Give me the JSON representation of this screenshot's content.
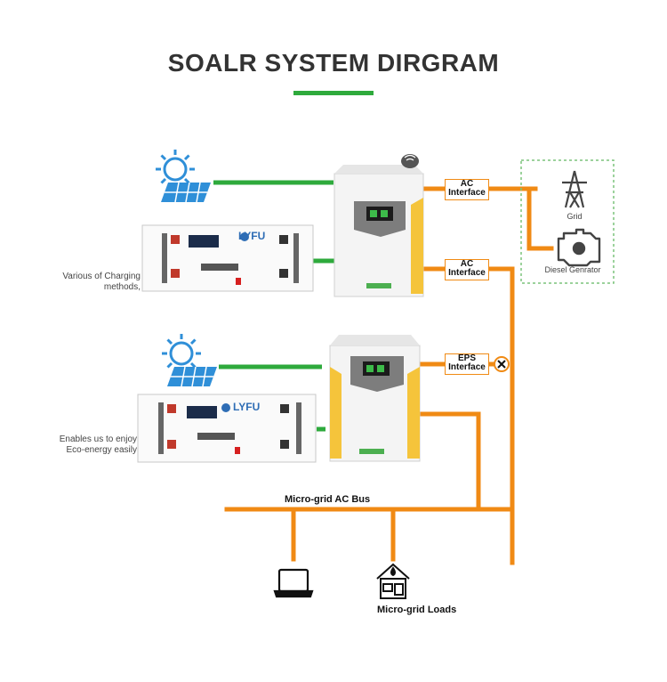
{
  "title": "SOALR SYSTEM DIRGRAM",
  "colors": {
    "accent_green": "#2eaa3c",
    "bus_orange": "#f08a14",
    "solar_blue": "#2f8fd8"
  },
  "interfaces": {
    "ac_top": [
      "AC",
      "Interface"
    ],
    "ac_mid": [
      "AC",
      "Interface"
    ],
    "eps": [
      "EPS",
      "Interface"
    ]
  },
  "grid_label": "Grid",
  "generator_label": "Diesel Genrator",
  "notes": {
    "charging": [
      "Various of Charging",
      "methods,"
    ],
    "eco": [
      "Enables us to enjoy",
      "Eco-energy easily"
    ]
  },
  "bus_label": "Micro-grid AC Bus",
  "loads_label": "Micro-grid Loads",
  "battery_brand": "LYFU",
  "icons": [
    "sun-icon",
    "solar-panel-icon",
    "battery-icon",
    "inverter-icon",
    "wifi-icon",
    "power-tower-icon",
    "engine-icon",
    "laptop-icon",
    "house-icon",
    "breaker-x-icon"
  ]
}
